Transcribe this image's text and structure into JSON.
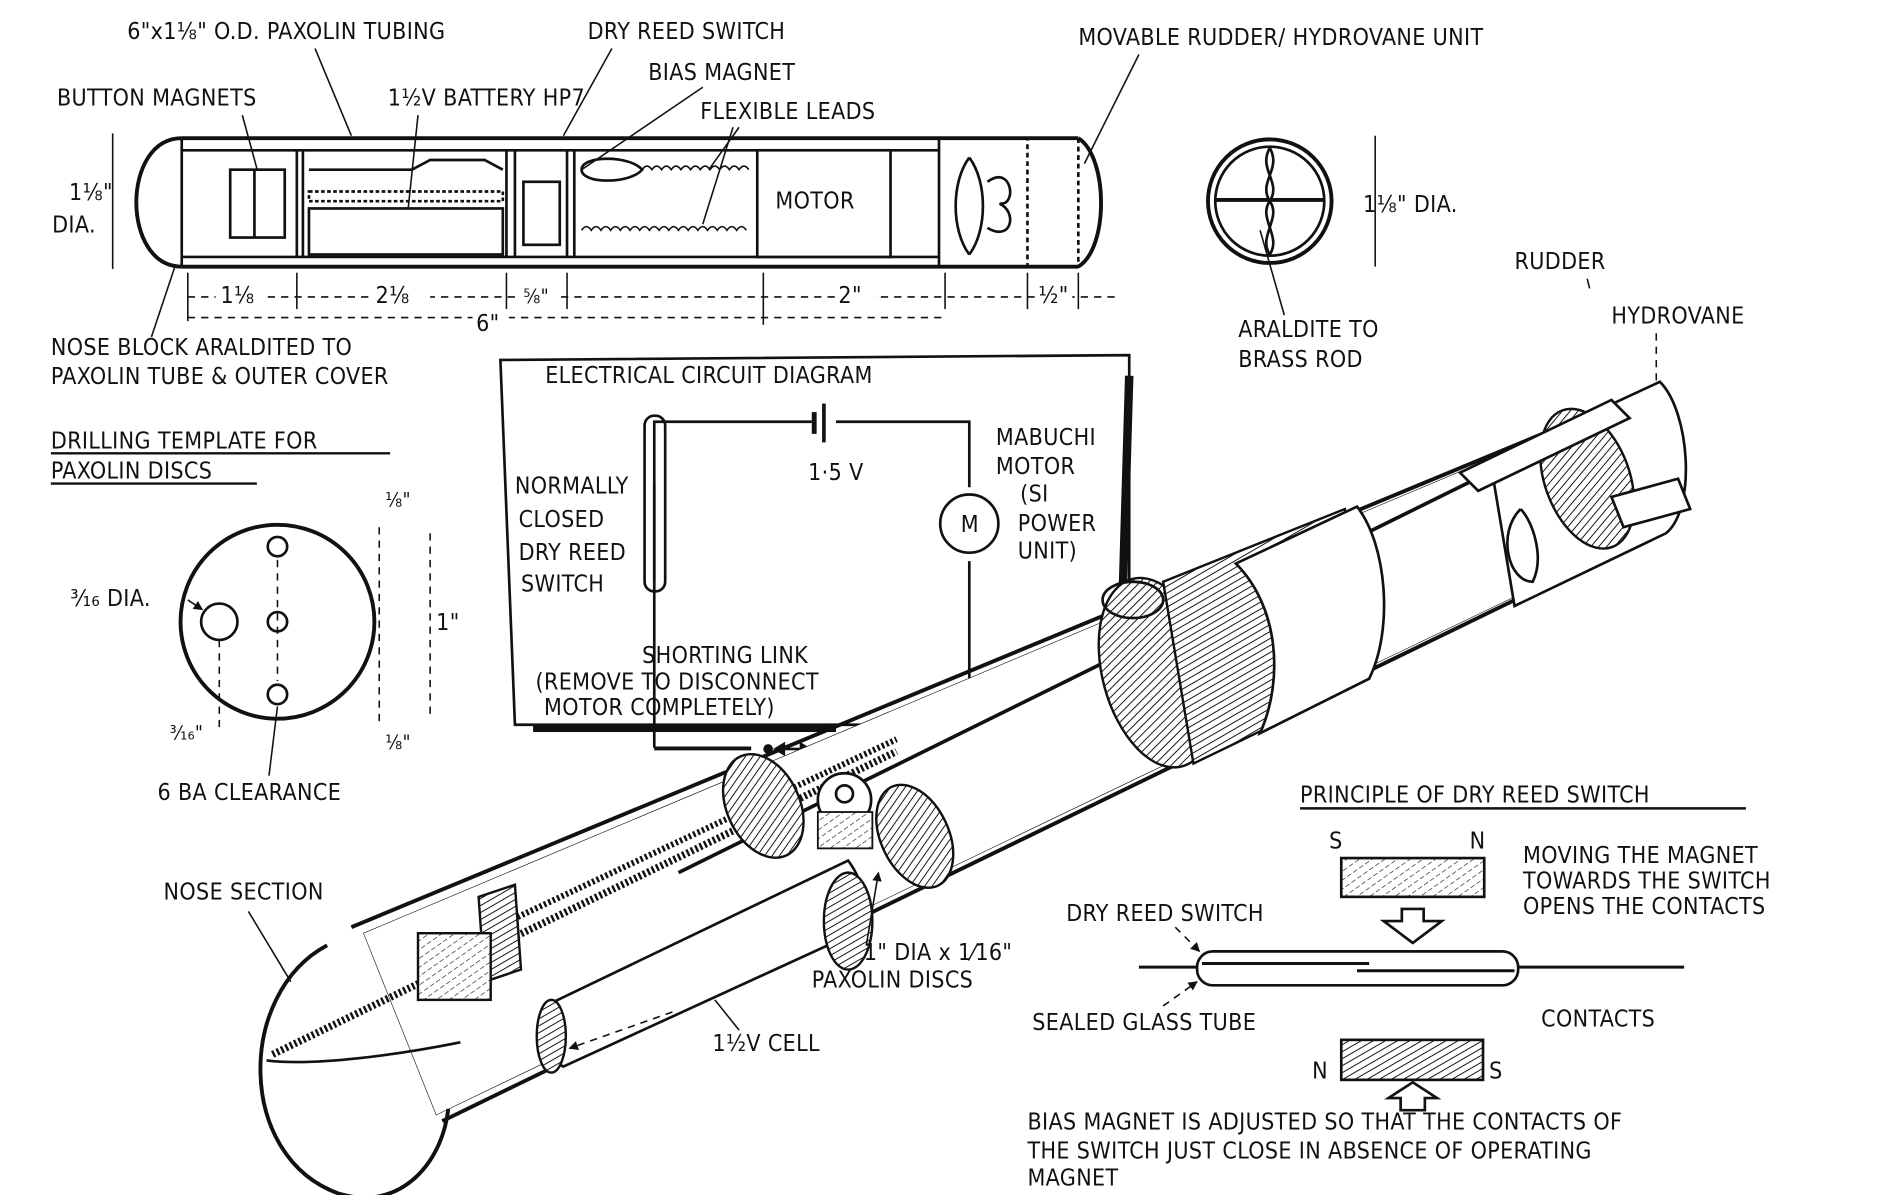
{
  "colors": {
    "ink": "#111111",
    "paper": "#ffffff"
  },
  "side_view": {
    "labels": {
      "tubing": "6\"x1⅛\" O.D. PAXOLIN TUBING",
      "dry_reed_switch": "DRY REED SWITCH",
      "bias_magnet": "BIAS MAGNET",
      "button_magnets": "BUTTON MAGNETS",
      "battery": "1½V BATTERY HP7",
      "flexible_leads": "FLEXIBLE LEADS",
      "motor": "MOTOR",
      "rudder_unit": "MOVABLE RUDDER/ HYDROVANE UNIT",
      "nose_block_line1": "NOSE BLOCK ARALDITED TO",
      "nose_block_line2": "PAXOLIN TUBE & OUTER COVER"
    },
    "dimensions": {
      "diameter_value": "1⅛\"",
      "diameter_unit": "DIA.",
      "seg1": "1⅛",
      "seg2": "2⅛",
      "seg3": "⅝\"",
      "overall": "6\"",
      "seg4": "2\"",
      "seg5": "½\""
    }
  },
  "end_view": {
    "diameter": "1⅛\" DIA.",
    "araldite_line1": "ARALDITE TO",
    "araldite_line2": "BRASS ROD"
  },
  "drilling_template": {
    "title_line1": "DRILLING TEMPLATE FOR",
    "title_line2": "PAXOLIN DISCS",
    "hole_dia": "³⁄₁₆ DIA.",
    "offset": "³⁄₁₆\"",
    "top_margin": "⅛\"",
    "bottom_margin": "⅛\"",
    "spacing": "1\"",
    "clearance": "6 BA CLEARANCE"
  },
  "circuit": {
    "title": "ELECTRICAL CIRCUIT DIAGRAM",
    "voltage": "1·5 V",
    "switch_label": [
      "NORMALLY",
      "CLOSED",
      "DRY REED",
      "SWITCH"
    ],
    "motor_symbol": "M",
    "motor_label": [
      "MABUCHI",
      "MOTOR",
      "(SI",
      "POWER",
      "UNIT)"
    ],
    "link_label": [
      "SHORTING LINK",
      "(REMOVE TO DISCONNECT",
      "MOTOR COMPLETELY)"
    ]
  },
  "cutaway": {
    "rudder": "RUDDER",
    "hydrovane": "HYDROVANE",
    "nose_section": "NOSE SECTION",
    "discs_line1": "1\" DIA x 1⁄16\"",
    "discs_line2": "PAXOLIN DISCS",
    "cell": "1½V CELL"
  },
  "reed_principle": {
    "title": "PRINCIPLE OF DRY REED SWITCH",
    "top_magnet_left": "S",
    "top_magnet_right": "N",
    "moving_note": [
      "MOVING THE MAGNET",
      "TOWARDS THE SWITCH",
      "OPENS THE CONTACTS"
    ],
    "switch_label": "DRY REED SWITCH",
    "tube_label": "SEALED GLASS TUBE",
    "contacts_label": "CONTACTS",
    "bottom_magnet_left": "N",
    "bottom_magnet_right": "S",
    "bias_note": [
      "BIAS MAGNET IS ADJUSTED SO THAT THE CONTACTS OF",
      "THE SWITCH JUST CLOSE IN ABSENCE OF OPERATING",
      "MAGNET"
    ]
  }
}
